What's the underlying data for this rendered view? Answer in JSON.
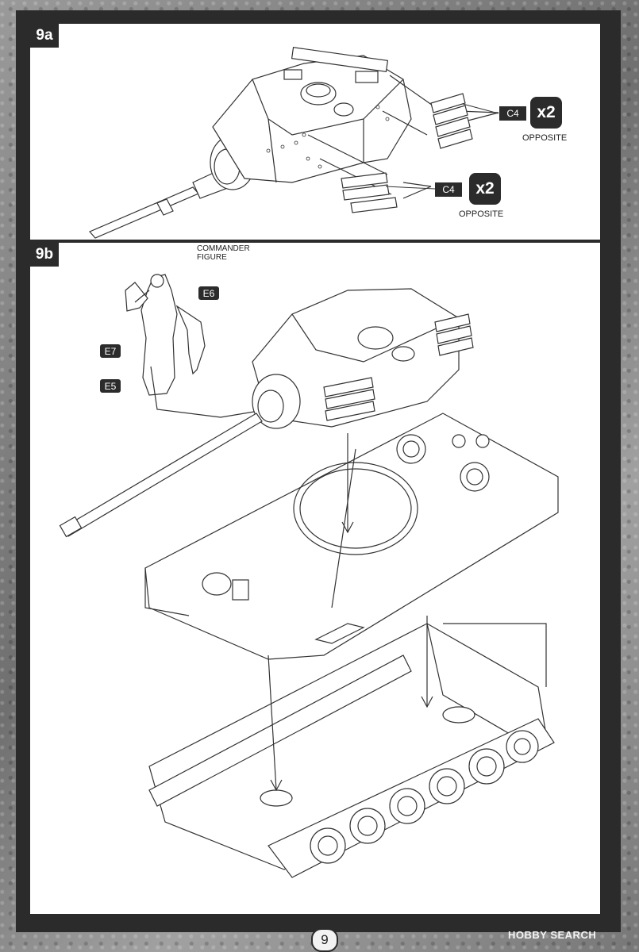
{
  "steps": [
    {
      "label": "9a",
      "callouts": [
        {
          "part": "C4",
          "multiplier": "x2",
          "note": "OPPOSITE"
        },
        {
          "part": "C4",
          "multiplier": "x2",
          "note": "OPPOSITE"
        }
      ]
    },
    {
      "label": "9b",
      "figure_label": [
        "COMMANDER",
        "FIGURE"
      ],
      "parts": [
        "E6",
        "E7",
        "E5"
      ]
    }
  ],
  "page_number": "9",
  "watermark": "HOBBY SEARCH",
  "colors": {
    "frame": "#2b2b2b",
    "paper": "#ffffff",
    "line": "#333333"
  }
}
